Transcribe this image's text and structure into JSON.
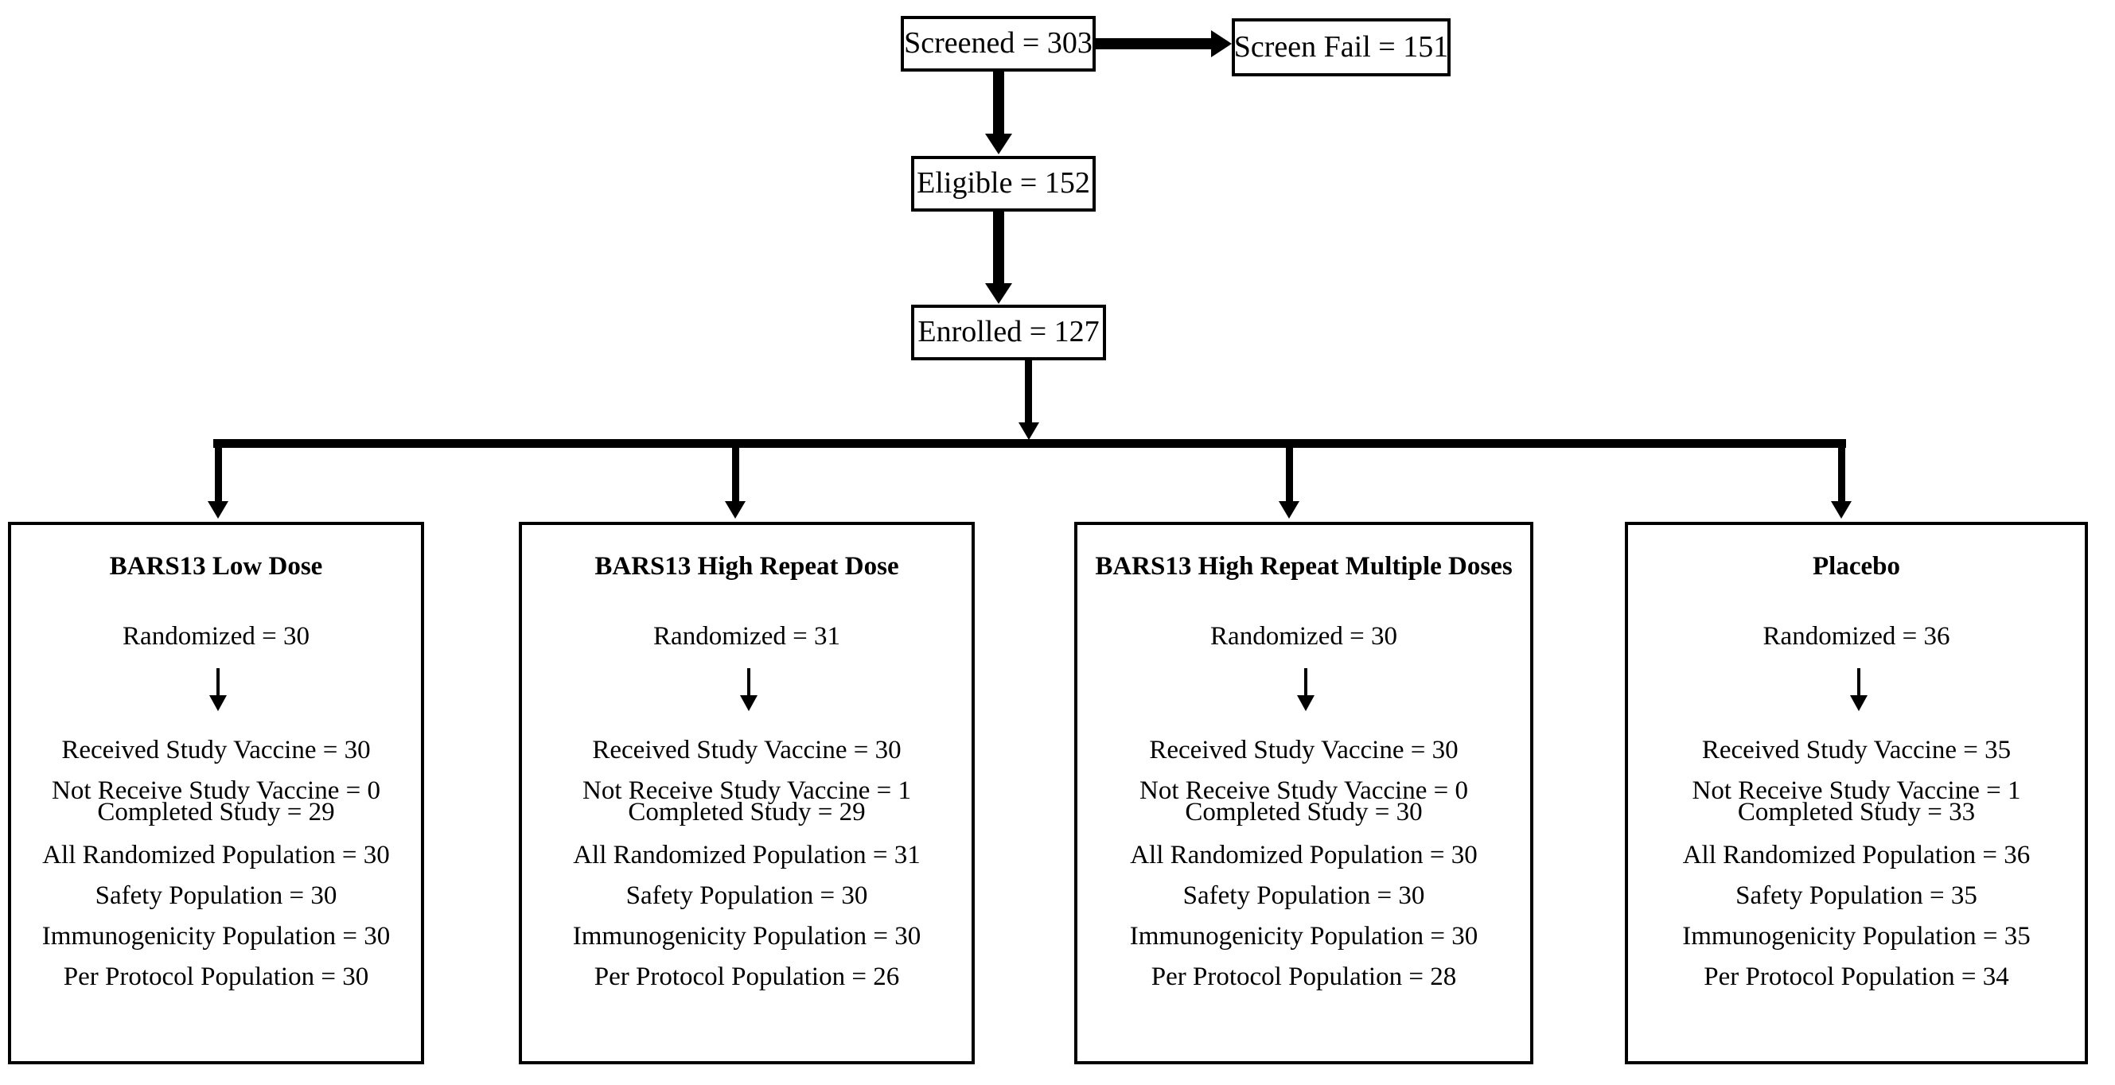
{
  "diagram": {
    "type": "consort-participant-flow",
    "accent_color": "#000000",
    "background_color": "#ffffff"
  },
  "flow": {
    "screened": "Screened = 303",
    "screen_fail": "Screen Fail = 151",
    "eligible": "Eligible = 152",
    "enrolled": "Enrolled = 127"
  },
  "arms": [
    {
      "title": "BARS13 Low Dose",
      "randomized": "Randomized = 30",
      "received": "Received Study Vaccine = 30",
      "not_received": "Not Receive Study Vaccine = 0",
      "completed": "Completed Study = 29",
      "all_randomized_population": "All Randomized Population = 30",
      "safety_population": "Safety Population = 30",
      "immunogenicity_population": "Immunogenicity Population = 30",
      "per_protocol_population": "Per Protocol Population = 30"
    },
    {
      "title": "BARS13 High Repeat Dose",
      "randomized": "Randomized = 31",
      "received": "Received Study Vaccine = 30",
      "not_received": "Not Receive Study Vaccine = 1",
      "completed": "Completed Study = 29",
      "all_randomized_population": "All Randomized Population = 31",
      "safety_population": "Safety Population = 30",
      "immunogenicity_population": "Immunogenicity Population = 30",
      "per_protocol_population": "Per Protocol Population = 26"
    },
    {
      "title": "BARS13 High Repeat Multiple  Doses",
      "randomized": "Randomized = 30",
      "received": "Received Study Vaccine = 30",
      "not_received": "Not Receive Study Vaccine = 0",
      "completed": "Completed Study = 30",
      "all_randomized_population": "All Randomized Population = 30",
      "safety_population": "Safety Population = 30",
      "immunogenicity_population": "Immunogenicity Population = 30",
      "per_protocol_population": "Per Protocol Population = 28"
    },
    {
      "title": "Placebo",
      "randomized": "Randomized = 36",
      "received": "Received Study Vaccine = 35",
      "not_received": "Not Receive Study Vaccine = 1",
      "completed": "Completed Study = 33",
      "all_randomized_population": "All Randomized Population = 36",
      "safety_population": "Safety Population = 35",
      "immunogenicity_population": "Immunogenicity Population = 35",
      "per_protocol_population": "Per Protocol Population = 34"
    }
  ],
  "chart_data": {
    "type": "diagram",
    "title": "Participant disposition flow",
    "nodes": [
      {
        "id": "screened",
        "label": "Screened",
        "value": 303
      },
      {
        "id": "screen_fail",
        "label": "Screen Fail",
        "value": 151
      },
      {
        "id": "eligible",
        "label": "Eligible",
        "value": 152
      },
      {
        "id": "enrolled",
        "label": "Enrolled",
        "value": 127
      },
      {
        "id": "arm1",
        "label": "BARS13 Low Dose",
        "value": 30
      },
      {
        "id": "arm2",
        "label": "BARS13 High Repeat Dose",
        "value": 31
      },
      {
        "id": "arm3",
        "label": "BARS13 High Repeat Multiple  Doses",
        "value": 30
      },
      {
        "id": "arm4",
        "label": "Placebo",
        "value": 36
      }
    ],
    "edges": [
      {
        "from": "screened",
        "to": "screen_fail"
      },
      {
        "from": "screened",
        "to": "eligible"
      },
      {
        "from": "eligible",
        "to": "enrolled"
      },
      {
        "from": "enrolled",
        "to": "arm1"
      },
      {
        "from": "enrolled",
        "to": "arm2"
      },
      {
        "from": "enrolled",
        "to": "arm3"
      },
      {
        "from": "enrolled",
        "to": "arm4"
      }
    ]
  }
}
